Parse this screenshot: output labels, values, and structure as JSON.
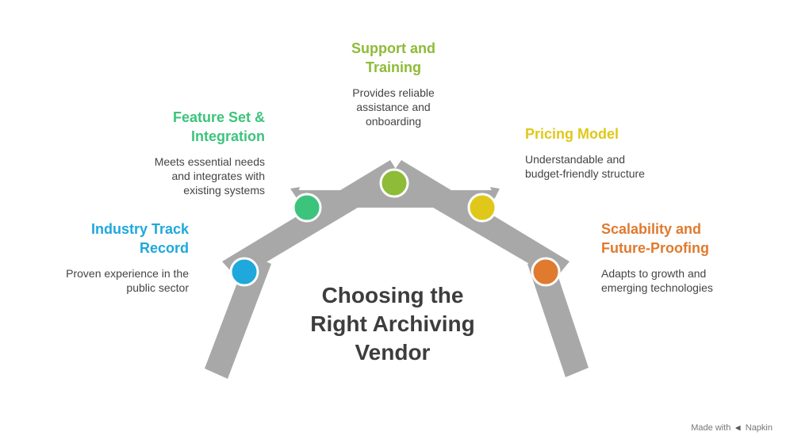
{
  "title": "Choosing the\nRight Archiving\nVendor",
  "colors": {
    "beam": "#a8a8a8",
    "beam_edge": "#8c8c8c",
    "text": "#3d3d3d"
  },
  "factors": [
    {
      "heading": "Industry Track\nRecord",
      "description": "Proven experience in the\npublic sector",
      "color": "#1fa8dc"
    },
    {
      "heading": "Feature Set &\nIntegration",
      "description": "Meets essential needs\nand integrates with\nexisting systems",
      "color": "#3cc47c"
    },
    {
      "heading": "Support and\nTraining",
      "description": "Provides reliable\nassistance and\nonboarding",
      "color": "#8ebb38"
    },
    {
      "heading": "Pricing Model",
      "description": "Understandable and\nbudget-friendly structure",
      "color": "#e0c81a"
    },
    {
      "heading": "Scalability and\nFuture-Proofing",
      "description": "Adapts to growth and\nemerging technologies",
      "color": "#e07a2e"
    }
  ],
  "watermark": {
    "prefix": "Made with",
    "brand": "Napkin"
  }
}
